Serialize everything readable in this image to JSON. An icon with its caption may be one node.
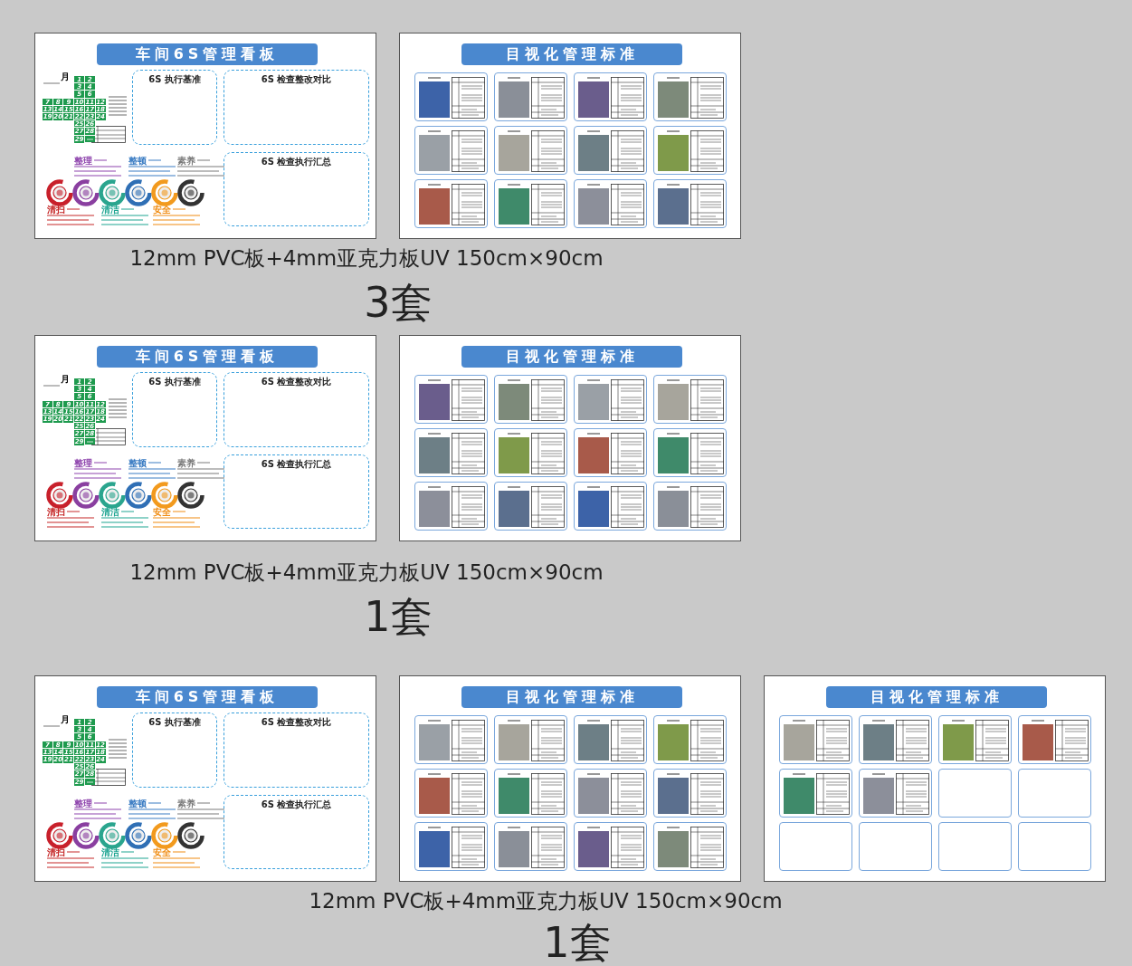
{
  "diagram": {
    "nodes": [
      {
        "text": [
          "车间6S管理看板"
        ]
      },
      {
        "text": [
          "6S 执行基准"
        ],
        "in": 0
      },
      {
        "text": [
          "6S 检查整改对比"
        ],
        "in": 0
      },
      {
        "text": [
          "6S 检查执行汇总"
        ],
        "in": 0
      },
      {
        "text": [
          "目视化管理标准"
        ]
      },
      {
        "text": [],
        "shape": "box",
        "in": 4
      },
      {
        "text": [],
        "shape": "box",
        "in": 4
      },
      {
        "text": [],
        "shape": "box",
        "in": 4
      },
      {
        "text": [],
        "shape": "box",
        "in": 4
      },
      {
        "text": [],
        "shape": "box",
        "in": 4
      },
      {
        "text": [],
        "shape": "box",
        "in": 4
      },
      {
        "text": [],
        "shape": "box",
        "in": 4
      },
      {
        "text": [],
        "shape": "box",
        "in": 4
      },
      {
        "text": [],
        "shape": "box",
        "in": 4
      },
      {
        "text": [],
        "shape": "box",
        "in": 4
      },
      {
        "text": [],
        "shape": "box",
        "in": 4
      },
      {
        "text": [],
        "shape": "box",
        "in": 4
      },
      {
        "text": [
          "车间6S管理看板"
        ]
      },
      {
        "text": [
          "6S 执行基准"
        ],
        "in": 17
      },
      {
        "text": [
          "6S 检查整改对比"
        ],
        "in": 17
      },
      {
        "text": [
          "6S 检查执行汇总"
        ],
        "in": 17
      },
      {
        "text": [
          "目视化管理标准"
        ]
      },
      {
        "text": [],
        "shape": "box",
        "in": 21
      },
      {
        "text": [],
        "shape": "box",
        "in": 21
      },
      {
        "text": [],
        "shape": "box",
        "in": 21
      },
      {
        "text": [],
        "shape": "box",
        "in": 21
      },
      {
        "text": [],
        "shape": "box",
        "in": 21
      },
      {
        "text": [],
        "shape": "box",
        "in": 21
      },
      {
        "text": [],
        "shape": "box",
        "in": 21
      },
      {
        "text": [],
        "shape": "box",
        "in": 21
      },
      {
        "text": [],
        "shape": "box",
        "in": 21
      },
      {
        "text": [],
        "shape": "box",
        "in": 21
      },
      {
        "text": [],
        "shape": "box",
        "in": 21
      },
      {
        "text": [],
        "shape": "box",
        "in": 21
      },
      {
        "text": [
          "车间6S管理看板"
        ]
      },
      {
        "text": [
          "6S 执行基准"
        ],
        "in": 34
      },
      {
        "text": [
          "6S 检查整改对比"
        ],
        "in": 34
      },
      {
        "text": [
          "6S 检查执行汇总"
        ],
        "in": 34
      },
      {
        "text": [
          "目视化管理标准"
        ]
      },
      {
        "text": [],
        "shape": "box",
        "in": 38
      },
      {
        "text": [],
        "shape": "box",
        "in": 38
      },
      {
        "text": [],
        "shape": "box",
        "in": 38
      },
      {
        "text": [],
        "shape": "box",
        "in": 38
      },
      {
        "text": [],
        "shape": "box",
        "in": 38
      },
      {
        "text": [],
        "shape": "box",
        "in": 38
      },
      {
        "text": [],
        "shape": "box",
        "in": 38
      },
      {
        "text": [],
        "shape": "box",
        "in": 38
      },
      {
        "text": [],
        "shape": "box",
        "in": 38
      },
      {
        "text": [],
        "shape": "box",
        "in": 38
      },
      {
        "text": [],
        "shape": "box",
        "in": 38
      },
      {
        "text": [],
        "shape": "box",
        "in": 38
      },
      {
        "text": [
          "目视化管理标准"
        ]
      },
      {
        "text": [],
        "shape": "box",
        "in": 51
      },
      {
        "text": [],
        "shape": "box",
        "in": 51
      },
      {
        "text": [],
        "shape": "box",
        "in": 51
      },
      {
        "text": [],
        "shape": "box",
        "in": 51
      },
      {
        "text": [],
        "shape": "box",
        "in": 51
      },
      {
        "text": [],
        "shape": "box",
        "in": 51
      },
      {
        "text": [],
        "shape": "box",
        "in": 51
      },
      {
        "text": [],
        "shape": "box",
        "in": 51
      },
      {
        "text": [],
        "shape": "box",
        "in": 51
      },
      {
        "text": [],
        "shape": "box",
        "in": 51
      },
      {
        "text": [],
        "shape": "box",
        "in": 51
      },
      {
        "text": [],
        "shape": "box",
        "in": 51
      }
    ],
    "labels": [
      "月",
      "1",
      "2",
      "3",
      "4",
      "5",
      "6",
      "7",
      "8",
      "9",
      "10",
      "11",
      "12",
      "13",
      "14",
      "15",
      "16",
      "17",
      "18",
      "19",
      "20",
      "21",
      "22",
      "23",
      "24",
      "25",
      "26",
      "27",
      "28",
      "29",
      "整理",
      "整顿",
      "素养",
      "清扫",
      "清洁",
      "安全",
      "12mm PVC板+4mm亚克力板UV  150cm×90cm",
      "3套",
      "月",
      "1",
      "2",
      "3",
      "4",
      "5",
      "6",
      "7",
      "8",
      "9",
      "10",
      "11",
      "12",
      "13",
      "14",
      "15",
      "16",
      "17",
      "18",
      "19",
      "20",
      "21",
      "22",
      "23",
      "24",
      "25",
      "26",
      "27",
      "28",
      "29",
      "整理",
      "整顿",
      "素养",
      "清扫",
      "清洁",
      "安全",
      "12mm PVC板+4mm亚克力板UV  150cm×90cm",
      "1套",
      "月",
      "1",
      "2",
      "3",
      "4",
      "5",
      "6",
      "7",
      "8",
      "9",
      "10",
      "11",
      "12",
      "13",
      "14",
      "15",
      "16",
      "17",
      "18",
      "19",
      "20",
      "21",
      "22",
      "23",
      "24",
      "25",
      "26",
      "27",
      "28",
      "29",
      "整理",
      "整顿",
      "素养",
      "清扫",
      "清洁",
      "安全",
      "12mm PVC板+4mm亚克力板UV  150cm×90cm",
      "1套"
    ]
  }
}
